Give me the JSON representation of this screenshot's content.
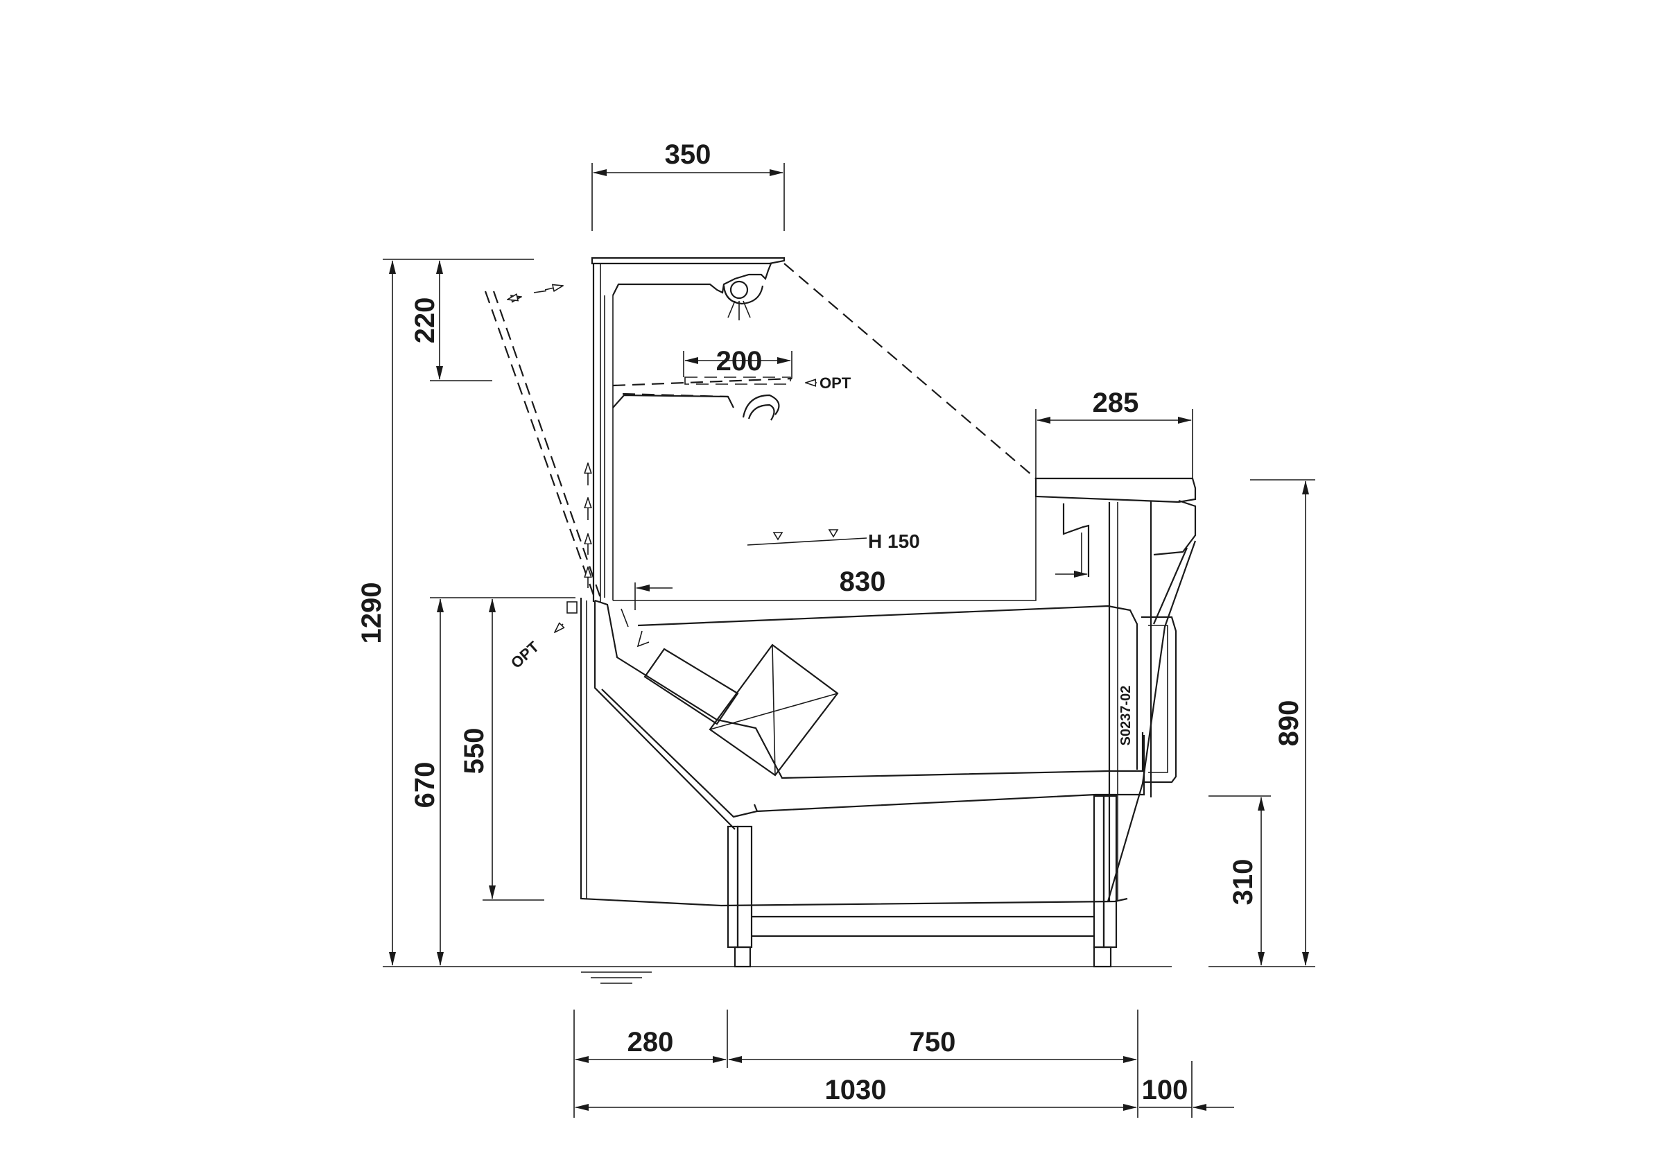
{
  "drawing": {
    "dimensions": {
      "d350": "350",
      "d220": "220",
      "d200": "200",
      "d285": "285",
      "d1290": "1290",
      "d830": "830",
      "d890": "890",
      "d670": "670",
      "d550": "550",
      "d310": "310",
      "d280": "280",
      "d750": "750",
      "d1030": "1030",
      "d100": "100"
    },
    "labels": {
      "opt_shelf": "OPT",
      "opt_side": "OPT",
      "h150": "H 150",
      "drawing_code": "S0237-02"
    },
    "line_color": "#1a1a1a",
    "background": "#ffffff"
  }
}
